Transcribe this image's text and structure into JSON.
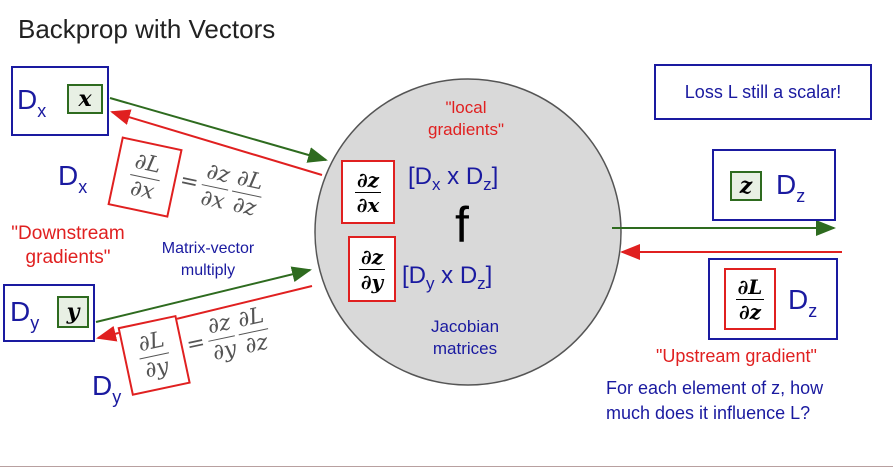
{
  "title": "Backprop with Vectors",
  "loss_note": "Loss L still a scalar!",
  "node": {
    "label": "f",
    "local_gradients": "\"local\ngradients\"",
    "jacobian_note": "Jacobian\nmatrices",
    "jacobian_x_dims": "[Dx x Dz]",
    "jacobian_y_dims": "[Dy x Dz]"
  },
  "inputs": {
    "x": {
      "symbol": "x",
      "dim_base": "D",
      "dim_sub": "x"
    },
    "y": {
      "symbol": "y",
      "dim_base": "D",
      "dim_sub": "y"
    }
  },
  "output": {
    "symbol": "z",
    "dim_base": "D",
    "dim_sub": "z"
  },
  "downstream_label": "\"Downstream\ngradients\"",
  "matrix_vector_label": "Matrix-vector\nmultiply",
  "upstream_label": "\"Upstream gradient\"",
  "upstream_question": "For each element of z, how\nmuch does it influence L?",
  "gradients": {
    "dx": {
      "num": "∂L",
      "den": "∂x"
    },
    "dy": {
      "num": "∂L",
      "den": "∂y"
    },
    "dz": {
      "num": "∂L",
      "den": "∂z"
    },
    "dzdx": {
      "num": "∂z",
      "den": "∂x"
    },
    "dzdy": {
      "num": "∂z",
      "den": "∂y"
    },
    "dLdz": {
      "num": "∂L",
      "den": "∂z"
    }
  },
  "colors": {
    "blue": "#1a1aa0",
    "red": "#e02020",
    "green": "#2e6b1f",
    "node_fill": "#d9d9d9"
  }
}
